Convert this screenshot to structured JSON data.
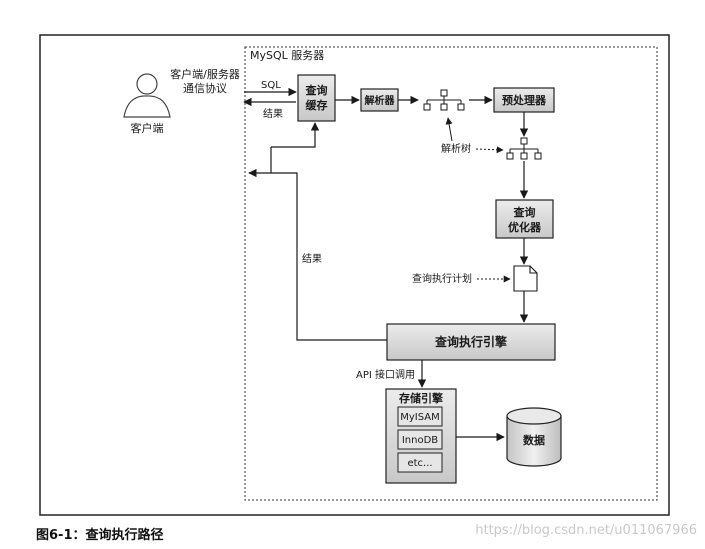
{
  "diagram": {
    "server_title": "MySQL 服务器",
    "client_label": "客户端",
    "protocol_label_line1": "客户端/服务器",
    "protocol_label_line2": "通信协议",
    "sql_label": "SQL",
    "result_label_top": "结果",
    "result_label_side": "结果",
    "query_cache_line1": "查询",
    "query_cache_line2": "缓存",
    "parser": "解析器",
    "preprocessor": "预处理器",
    "parse_tree_label": "解析树",
    "optimizer_line1": "查询",
    "optimizer_line2": "优化器",
    "plan_label": "查询执行计划",
    "exec_engine": "查询执行引擎",
    "api_label": "API 接口调用",
    "storage_engine_title": "存储引擎",
    "engines": [
      "MyISAM",
      "InnoDB",
      "etc..."
    ],
    "data_label": "数据"
  },
  "caption": "图6-1：查询执行路径",
  "watermark": "https://blog.csdn.net/u011067966"
}
